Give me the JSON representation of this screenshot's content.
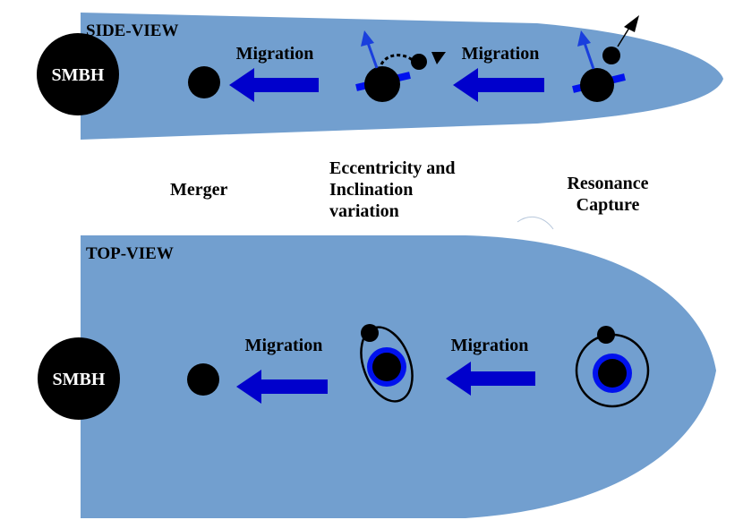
{
  "side_view": {
    "title": "SIDE-VIEW",
    "smbh_label": "SMBH",
    "migration_label_1": "Migration",
    "migration_label_2": "Migration"
  },
  "stages": {
    "merger": "Merger",
    "eccentricity_line1": "Eccentricity and",
    "eccentricity_line2": "Inclination",
    "eccentricity_line3": "variation",
    "resonance_line1": "Resonance",
    "resonance_line2": "Capture"
  },
  "top_view": {
    "title": "TOP-VIEW",
    "smbh_label": "SMBH",
    "migration_label_1": "Migration",
    "migration_label_2": "Migration"
  },
  "colors": {
    "disk": "#729fcf",
    "arrow": "#0000cc",
    "body": "#000000",
    "spin_arrow": "#1a3fdd",
    "accretion_ring": "#0011ee"
  }
}
